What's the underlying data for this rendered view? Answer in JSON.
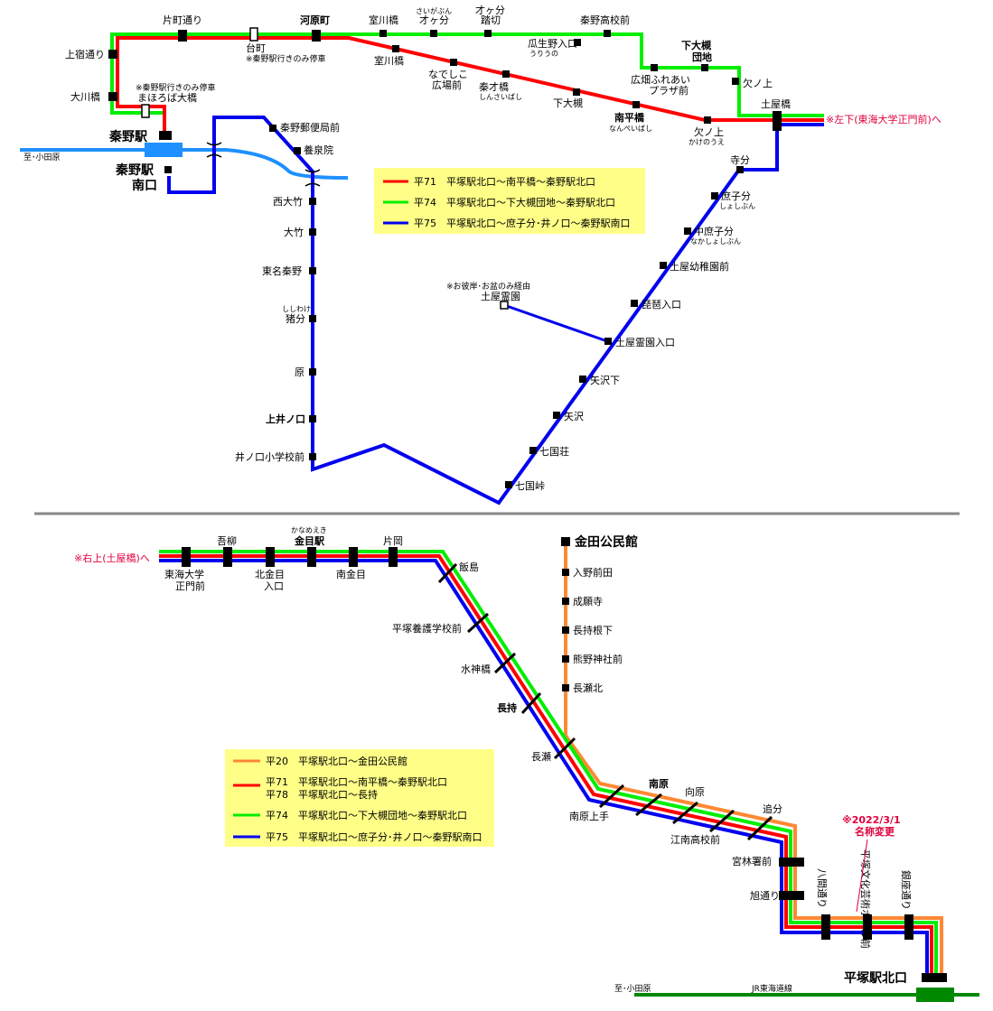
{
  "colors": {
    "r71": "#ff0000",
    "r74": "#00ee00",
    "r75": "#0000ee",
    "r20": "#ff8833",
    "odakyu": "#1e90ff",
    "jr": "#008800",
    "legend_bg": "#ffff88"
  },
  "top": {
    "hadano": "秦野駅",
    "hadano_south": [
      "秦野駅",
      "南口"
    ],
    "odakyu_label": "至･小田原",
    "notes": {
      "mahoroba": [
        "※秦野駅行きのみ停車",
        "まほろば大橋"
      ],
      "daimachi": [
        "台町",
        "※秦野駅行きのみ停車"
      ],
      "left_out": "※左下(東海大学正門前)へ",
      "tsuchiya_reien": [
        "※お彼岸･お盆のみ経由",
        "土屋霊園"
      ]
    },
    "stops_green_left": [
      "上宿通り",
      "大川橋"
    ],
    "stops_top": [
      "片町通り",
      "河原町",
      "室川橋",
      "さいがぶん",
      "才ヶ分",
      "才ヶ分",
      "踏切",
      "秦野高校前"
    ],
    "stops_red": [
      "室川橋",
      "なでしこ",
      "広場前",
      "秦才橋",
      "しんさいばし",
      "下大槻",
      "南平橋",
      "なんぺいばし",
      "欠ノ上",
      "かけのうえ"
    ],
    "stops_green_right": [
      "瓜生野入口",
      "うりうの",
      "広畑ふれあい",
      "プラザ前",
      "下大槻",
      "団地",
      "欠ノ上",
      "土屋橋"
    ],
    "stops_blue_right": [
      "寺分",
      "庶子分",
      "しょしぶん",
      "中庶子分",
      "なかしょしぶん",
      "土屋幼稚園前",
      "琵琶入口",
      "土屋霊園入口",
      "矢沢下",
      "矢沢",
      "七国荘",
      "七国峠"
    ],
    "stops_blue_left": [
      "秦野郵便局前",
      "養泉院",
      "西大竹",
      "大竹",
      "東名秦野",
      "ししわけ",
      "猪分",
      "原",
      "上井ノ口",
      "井ノ口小学校前"
    ],
    "legend": [
      "平71　平塚駅北口～南平橋～秦野駅北口",
      "平74　平塚駅北口～下大槻団地～秦野駅北口",
      "平75　平塚駅北口～庶子分･井ノ口～秦野駅南口"
    ]
  },
  "bottom": {
    "left_out": "※右上(土屋橋)へ",
    "stops_top": [
      "東海大学",
      "正門前",
      "吾柳",
      "北金目",
      "入口",
      "かなめえき",
      "金目駅",
      "南金目",
      "片岡"
    ],
    "stops_diag": [
      "飯島",
      "平塚養護学校前",
      "水神橋",
      "長持",
      "長瀬"
    ],
    "stops_orange": [
      "金田公民館",
      "入野前田",
      "成願寺",
      "長持根下",
      "熊野神社前",
      "長瀬北"
    ],
    "stops_lower": [
      "南原上手",
      "南原",
      "向原",
      "江南高校前",
      "追分",
      "宮林署前",
      "旭通り"
    ],
    "stops_vertical": [
      "八間通り",
      "平塚文化芸術ホール前",
      "銀座通り"
    ],
    "rename_note": [
      "※2022/3/1",
      "名称変更"
    ],
    "hiratsuka": "平塚駅北口",
    "odakyu_label": "至･小田原",
    "jr_label": "JR東海道線",
    "legend": [
      "平20　平塚駅北口～金田公民館",
      "平71　平塚駅北口～南平橋～秦野駅北口",
      "平78　平塚駅北口～長持",
      "平74　平塚駅北口～下大槻団地～秦野駅北口",
      "平75　平塚駅北口～庶子分･井ノ口～秦野駅南口"
    ]
  }
}
